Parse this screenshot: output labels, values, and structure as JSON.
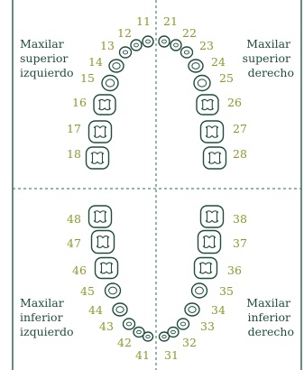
{
  "colors": {
    "frame": "#2f6a55",
    "divider": "#2f6a55",
    "tooth_stroke": "#1e4d3b",
    "label_text": "#1f4d3c",
    "number_text": "#8a9a2a"
  },
  "quadrant_labels": {
    "upper_left": [
      "Maxilar",
      "superior",
      "izquierdo"
    ],
    "upper_right": [
      "Maxilar",
      "superior",
      "derecho"
    ],
    "lower_left": [
      "Maxilar",
      "inferior",
      "izquierdo"
    ],
    "lower_right": [
      "Maxilar",
      "inferior",
      "derecho"
    ]
  },
  "teeth": {
    "upper_left": [
      "11",
      "12",
      "13",
      "14",
      "15",
      "16",
      "17",
      "18"
    ],
    "upper_right": [
      "21",
      "22",
      "23",
      "24",
      "25",
      "26",
      "27",
      "28"
    ],
    "lower_left": [
      "41",
      "42",
      "43",
      "44",
      "45",
      "46",
      "47",
      "48"
    ],
    "lower_right": [
      "31",
      "32",
      "33",
      "34",
      "35",
      "36",
      "37",
      "38"
    ]
  }
}
